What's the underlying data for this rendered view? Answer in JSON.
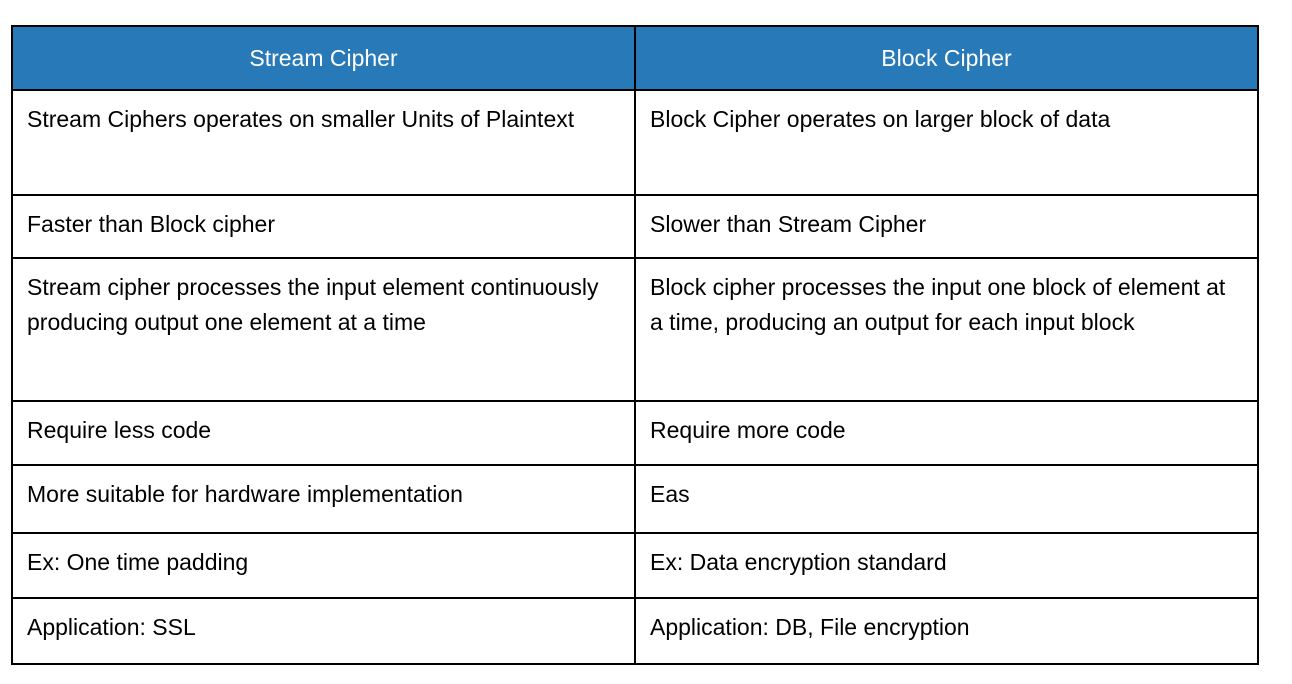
{
  "page": {
    "background": "#ffffff"
  },
  "table": {
    "title": "stream-vs-block-cipher-comparison",
    "colors": {
      "header_bg": "#2879B8",
      "header_text": "#ffffff",
      "border": "#000000",
      "body_text": "#000000",
      "cell_bg": "#ffffff"
    },
    "columns": [
      {
        "label": "Stream Cipher"
      },
      {
        "label": "Block Cipher"
      }
    ],
    "rows": [
      {
        "stream_cipher": "Stream Ciphers operates on smaller Units of Plaintext",
        "block_cipher": "Block Cipher operates on larger block of data"
      },
      {
        "stream_cipher": "Faster than Block cipher",
        "block_cipher": "Slower than Stream Cipher"
      },
      {
        "stream_cipher": "Stream cipher processes the input element continuously producing output one element at a time",
        "block_cipher": "Block cipher processes the input one block of element at a time, producing an output for each input block"
      },
      {
        "stream_cipher": "Require less code",
        "block_cipher": "Require more code"
      },
      {
        "stream_cipher": "More suitable for hardware implementation",
        "block_cipher": "Eas"
      },
      {
        "stream_cipher": "Ex: One time padding",
        "block_cipher": "Ex: Data encryption standard"
      },
      {
        "stream_cipher": "Application: SSL",
        "block_cipher": "Application: DB, File encryption"
      }
    ]
  }
}
